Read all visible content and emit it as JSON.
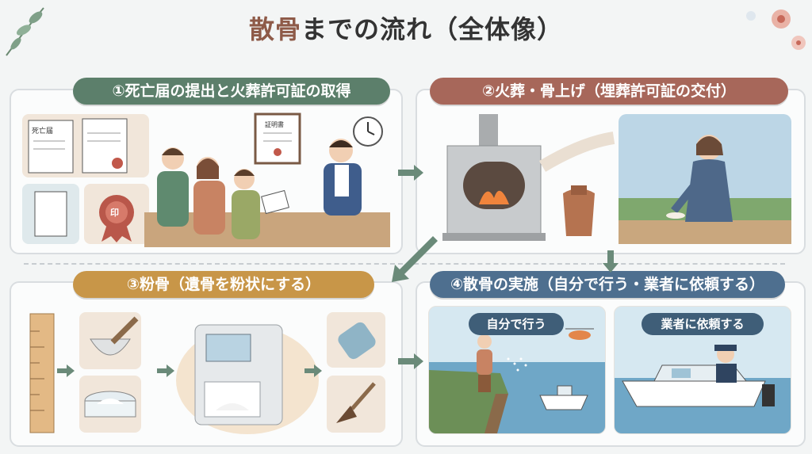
{
  "title": {
    "accent": "散骨",
    "rest": "までの流れ（全体像）"
  },
  "steps": [
    {
      "label": "①死亡届の提出と火葬許可証の取得"
    },
    {
      "label": "②火葬・骨上げ（埋葬許可証の交付）"
    },
    {
      "label": "③粉骨（遺骨を粉状にする）"
    },
    {
      "label": "④散骨の実施（自分で行う・業者に依頼する）"
    }
  ],
  "step1": {
    "doc_label": "死亡届",
    "cert_label": "証明書",
    "seal_char": "印"
  },
  "step4": {
    "self_label": "自分で行う",
    "agency_label": "業者に依頼する"
  },
  "colors": {
    "step1": "#5c7f6b",
    "step2": "#a7675a",
    "step3": "#c89648",
    "step4": "#4e6f8f"
  }
}
